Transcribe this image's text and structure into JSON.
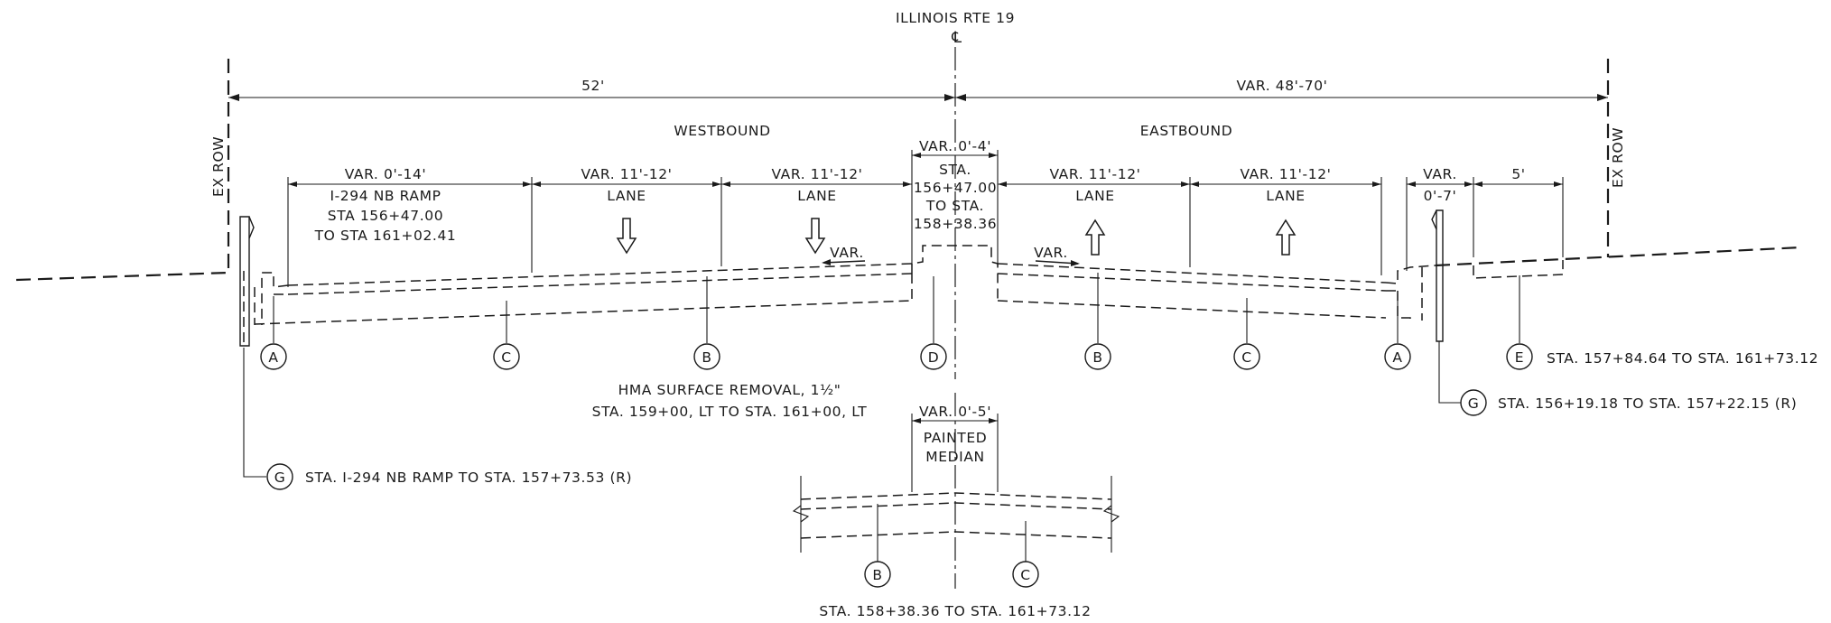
{
  "title": "ILLINOIS RTE 19",
  "centerline_symbol": "℄",
  "row_left": "EX ROW",
  "row_right": "EX ROW",
  "dim_left_overall": "52'",
  "dim_right_overall": "VAR. 48'-70'",
  "direction_west": "WESTBOUND",
  "direction_east": "EASTBOUND",
  "ramp": {
    "dim": "VAR. 0'-14'",
    "line1": "I-294 NB RAMP",
    "line2": "STA 156+47.00",
    "line3": "TO STA 161+02.41"
  },
  "lanes": [
    {
      "dim": "VAR. 11'-12'",
      "label": "LANE"
    },
    {
      "dim": "VAR. 11'-12'",
      "label": "LANE"
    },
    {
      "dim": "VAR. 11'-12'",
      "label": "LANE"
    },
    {
      "dim": "VAR. 11'-12'",
      "label": "LANE"
    }
  ],
  "median": {
    "dim": "VAR. 0'-4'",
    "line1": "STA.",
    "line2": "156+47.00",
    "line3": "TO STA.",
    "line4": "158+38.36"
  },
  "var_label": "VAR.",
  "right_shoulder": {
    "line1": "VAR.",
    "line2": "0'-7'"
  },
  "right_sidewalk": "5'",
  "hma_note": {
    "line1": "HMA SURFACE REMOVAL, 1½\"",
    "line2": "STA. 159+00, LT TO STA. 161+00, LT"
  },
  "detail": {
    "dim": "VAR. 0'-5'",
    "line1": "PAINTED",
    "line2": "MEDIAN",
    "station": "STA. 158+38.36 TO STA. 161+73.12"
  },
  "bubbles": {
    "a": "A",
    "b": "B",
    "c": "C",
    "d": "D",
    "e": "E",
    "g": "G"
  },
  "notes": {
    "e": "STA. 157+84.64 TO STA. 161+73.12",
    "g_right": "STA. 156+19.18 TO STA. 157+22.15 (R)",
    "g_left": "STA. I-294 NB RAMP TO STA. 157+73.53 (R)"
  }
}
